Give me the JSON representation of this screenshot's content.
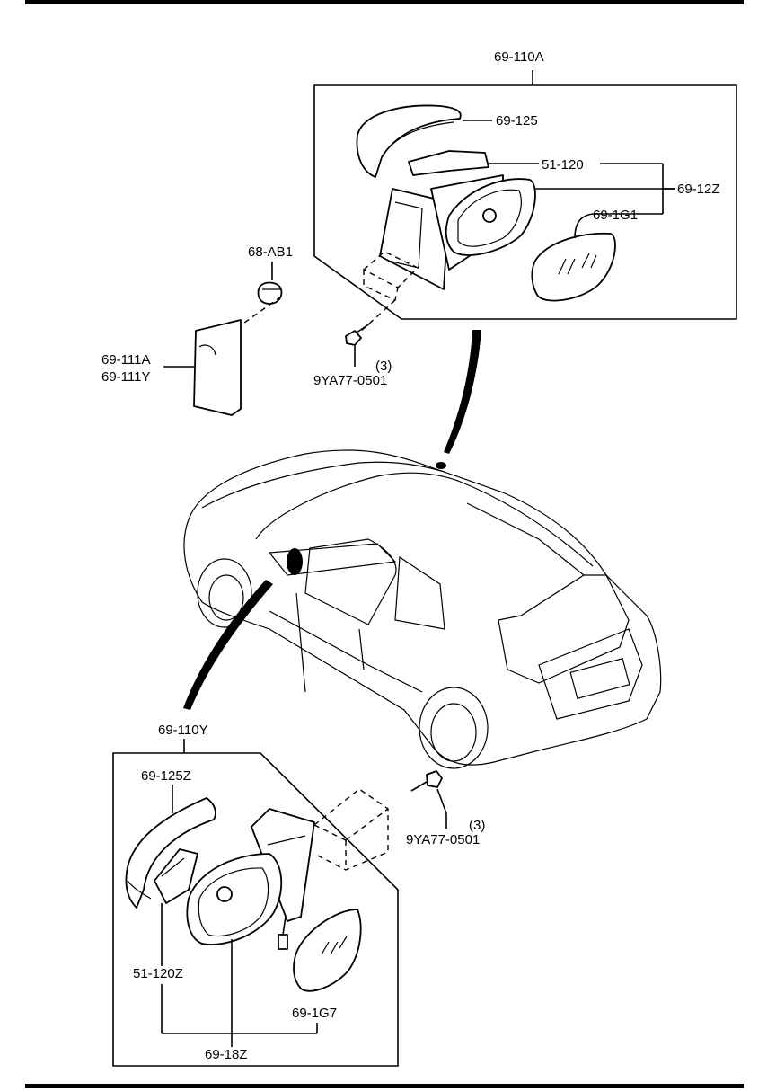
{
  "labels": {
    "assy_right": "69-110A",
    "cover_right": "69-125",
    "actuator_right": "51-120",
    "holder_right": "69-12Z",
    "glass_right": "69-1G1",
    "clip": "68-AB1",
    "garnish_a": "69-111A",
    "garnish_y": "69-111Y",
    "bolt_upper_qty": "(3)",
    "bolt_upper": "9YA77-0501",
    "assy_left": "69-110Y",
    "cover_left": "69-125Z",
    "bolt_lower_qty": "(3)",
    "bolt_lower": "9YA77-0501",
    "actuator_left": "51-120Z",
    "glass_left": "69-1G7",
    "holder_left": "69-18Z"
  },
  "colors": {
    "line": "#000000",
    "background": "#ffffff"
  }
}
